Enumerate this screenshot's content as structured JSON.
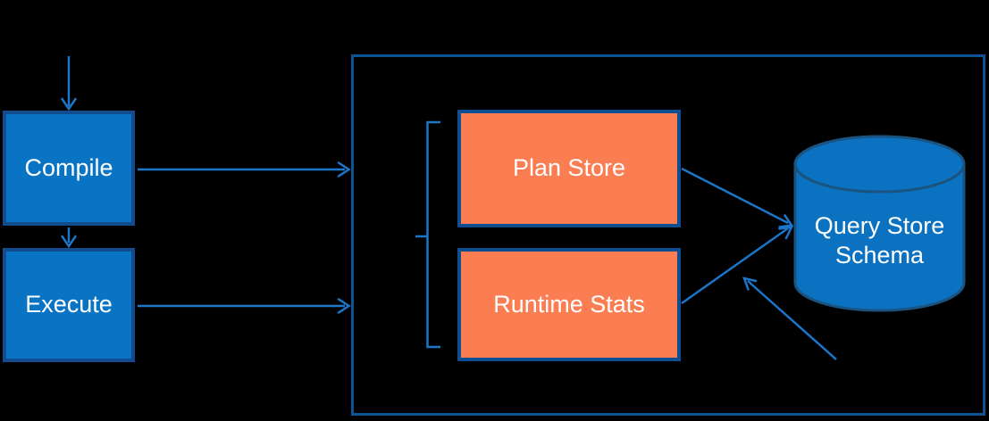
{
  "diagram": {
    "type": "flow-architecture",
    "nodes": {
      "compile": {
        "label": "Compile",
        "shape": "rectangle",
        "fill": "blue"
      },
      "execute": {
        "label": "Execute",
        "shape": "rectangle",
        "fill": "blue"
      },
      "plan_store": {
        "label": "Plan Store",
        "shape": "rectangle",
        "fill": "orange"
      },
      "runtime_stats": {
        "label": "Runtime Stats",
        "shape": "rectangle",
        "fill": "orange"
      },
      "query_store_schema": {
        "label_line1": "Query Store",
        "label_line2": "Schema",
        "shape": "database-cylinder",
        "fill": "blue"
      },
      "query_store_container": {
        "label": "",
        "shape": "outline-rectangle"
      },
      "grouping_brace": {
        "shape": "left-curly-brace",
        "groups": [
          "plan_store",
          "runtime_stats"
        ]
      }
    },
    "edges": [
      {
        "from": "external-input",
        "to": "compile",
        "style": "arrow-down"
      },
      {
        "from": "compile",
        "to": "execute",
        "style": "arrow-down"
      },
      {
        "from": "compile",
        "to": "query_store_container",
        "style": "arrow-right"
      },
      {
        "from": "execute",
        "to": "query_store_container",
        "style": "arrow-right"
      },
      {
        "from": "plan_store",
        "to": "query_store_schema",
        "style": "arrow-diagonal"
      },
      {
        "from": "runtime_stats",
        "to": "query_store_schema",
        "style": "arrow-diagonal"
      },
      {
        "from": "bottom-right",
        "to": "plan-runtime-junction",
        "style": "arrow-diagonal"
      }
    ],
    "colors": {
      "background": "#000000",
      "process_fill": "#0A74C4",
      "process_border": "#134C8E",
      "store_fill": "#FB7D52",
      "store_border": "#0E4E90",
      "container_border": "#0D5494",
      "connector": "#1B75C9",
      "database_fill": "#0A72C0",
      "database_border": "#1A5380",
      "text": "#FFFFFF"
    }
  }
}
